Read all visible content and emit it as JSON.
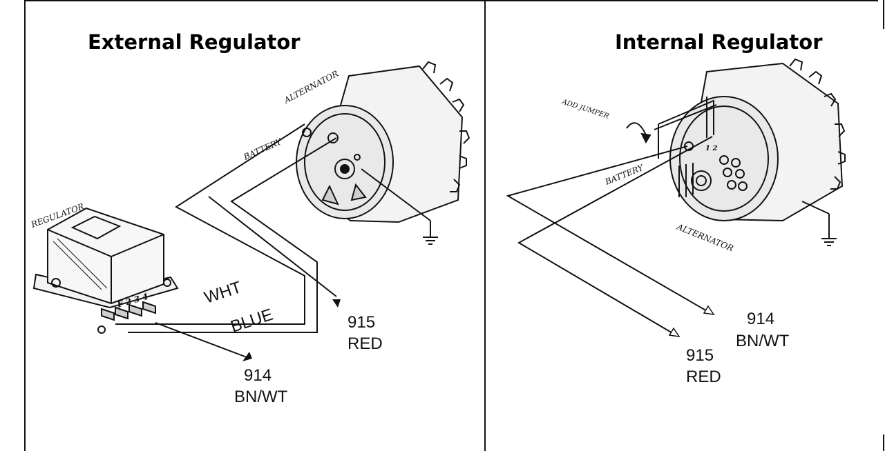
{
  "left_panel": {
    "title": "External Regulator",
    "labels": {
      "alternator": "ALTERNATOR",
      "battery": "BATTERY",
      "regulator": "REGULATOR",
      "terminals": "F 2 3 4",
      "wht": "WHT",
      "blue": "BLUE",
      "wire_915_num": "915",
      "wire_915_color": "RED",
      "wire_914_num": "914",
      "wire_914_color": "BN/WT"
    }
  },
  "right_panel": {
    "title": "Internal Regulator",
    "labels": {
      "add_jumper": "ADD JUMPER",
      "battery": "BATTERY",
      "alternator": "ALTERNATOR",
      "terminals": "1 2",
      "wire_914_num": "914",
      "wire_914_color": "BN/WT",
      "wire_915_num": "915",
      "wire_915_color": "RED"
    }
  }
}
